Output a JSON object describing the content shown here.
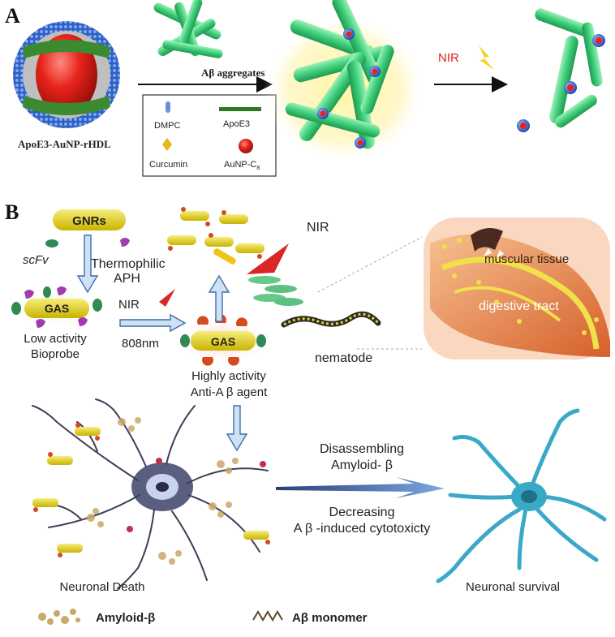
{
  "panel_a": {
    "letter": "A",
    "particle_label": "ApoE3-AuNP-rHDL",
    "arrow_label": "Aβ aggregates",
    "nir_label": "NIR",
    "legend": {
      "dmpc": "DMPC",
      "apoe3": "ApoE3",
      "curcumin": "Curcumin",
      "aunp": "AuNP-C",
      "aunp_sub": "8"
    }
  },
  "panel_b": {
    "letter": "B",
    "gnrs": "GNRs",
    "scfv": "scFv",
    "thermophilic_1": "Thermophilic",
    "thermophilic_2": "APH",
    "nir_top": "NIR",
    "nir_mid": "NIR",
    "nm808": "808nm",
    "gas_left": "GAS",
    "gas_mid": "GAS",
    "low_activity_1": "Low activity",
    "low_activity_2": "Bioprobe",
    "high_activity_1": "Highly activity",
    "high_activity_2": "Anti-A β agent",
    "nematode": "nematode",
    "muscular": "muscular tissue",
    "digestive": "digestive tract",
    "disassembling_1": "Disassembling",
    "disassembling_2": "Amyloid- β",
    "decreasing_1": "Decreasing",
    "decreasing_2": "A β -induced cytotoxicty",
    "neuronal_death": "Neuronal Death",
    "neuronal_survival": "Neuronal survival",
    "legend_amyloid": "Amyloid-β",
    "legend_monomer": "Aβ  monomer"
  },
  "colors": {
    "fibril_green": "#3fcf7a",
    "gold_red": "#e0221a",
    "gas_yellow": "#e3d31d",
    "neuron_grey": "#3d3f55",
    "neuron_teal": "#3aa9c7",
    "tract_orange": "#e3793c"
  }
}
